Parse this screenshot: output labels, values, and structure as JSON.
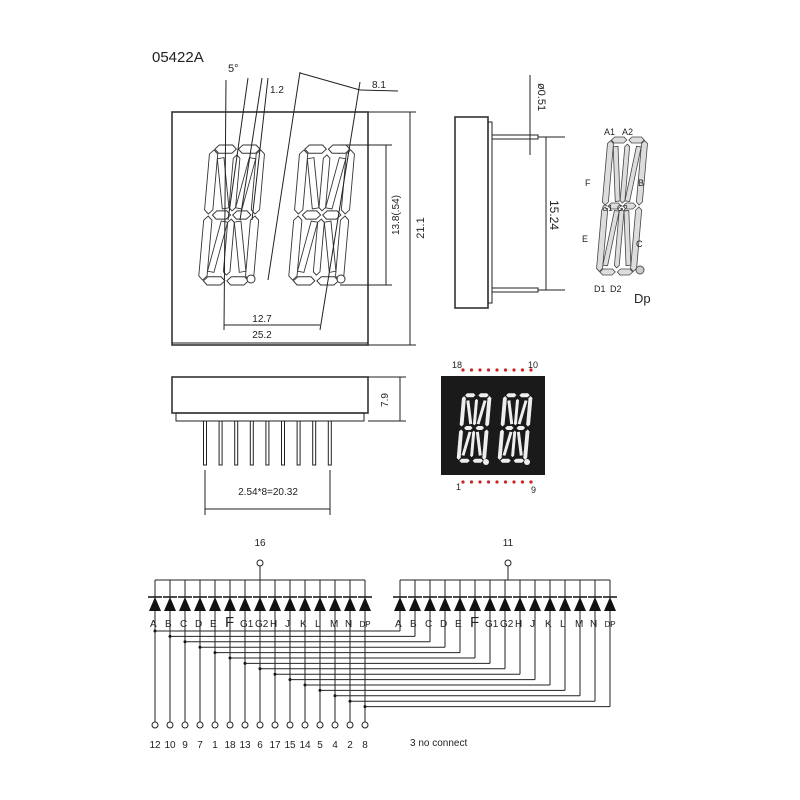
{
  "title": "05422A",
  "front_view": {
    "angle_label": "5°",
    "segment_width_label": "1.2",
    "digit_pitch_slant_label": "8.1",
    "height_label": "21.1",
    "digit_height_label": "13.8(.54)",
    "digit_spacing_label": "12.7",
    "width_label": "25.2"
  },
  "side_view": {
    "pin_diameter_label": "ø0.51",
    "row_spacing_label": "15.24"
  },
  "segment_map": {
    "labels": {
      "a1": "A1",
      "a2": "A2",
      "f": "F",
      "b": "B",
      "g1": "G1",
      "g2": "G2",
      "e": "E",
      "c": "C",
      "d1": "D1",
      "d2": "D2",
      "dp": "Dp"
    }
  },
  "bottom_view": {
    "height_label": "7.9",
    "pin_pitch_label": "2.54*8=20.32"
  },
  "photo": {
    "pin_labels": {
      "top_left": "18",
      "top_right": "10",
      "bottom_left": "1",
      "bottom_right": "9"
    },
    "colors": {
      "body": "#1a1a1a",
      "pin_dot": "#cc2222"
    }
  },
  "schematic": {
    "segments": [
      "A",
      "B",
      "C",
      "D",
      "E",
      "F",
      "G1",
      "G2",
      "H",
      "J",
      "K",
      "L",
      "M",
      "N",
      "DP"
    ],
    "pins": [
      "12",
      "10",
      "9",
      "7",
      "1",
      "18",
      "13",
      "6",
      "17",
      "15",
      "14",
      "5",
      "4",
      "2",
      "8"
    ],
    "common_pins": [
      "16",
      "11"
    ],
    "note": "3 no connect"
  }
}
